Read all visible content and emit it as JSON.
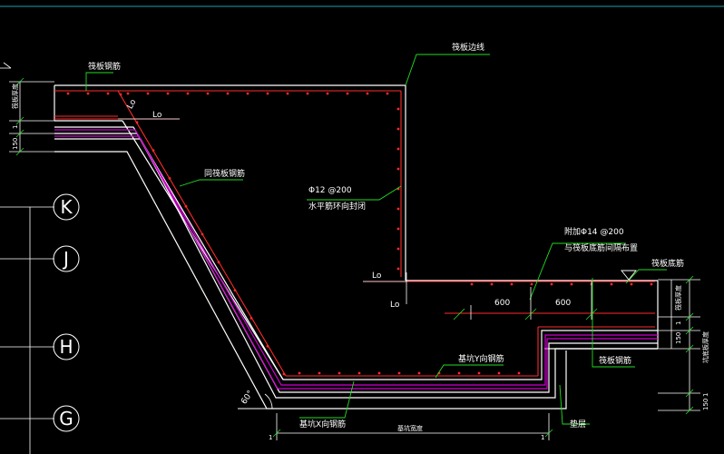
{
  "colors": {
    "background": "#000000",
    "outline": "#ffffff",
    "rebar": "#ff2a2a",
    "leader": "#22dd22",
    "membrane": "#d000d0",
    "frame": "#1a9fb5"
  },
  "annotations": {
    "raft_edge_line": "筏板边线",
    "raft_rebar_top_left": "筏板钢筋",
    "raft_rebar_slope": "同筏板钢筋",
    "horizontal_bar_spec": "Φ12 @200",
    "horizontal_bar_desc": "水平筋环向封闭",
    "added_bar_spec": "附加Φ14 @200",
    "added_bar_desc": "与筏板底筋间隔布置",
    "raft_bottom_rebar": "筏板底筋",
    "raft_rebar_right": "筏板钢筋",
    "bottom_y_rebar": "基坑Y向钢筋",
    "bottom_x_rebar": "基坑X向钢筋",
    "cushion_layer": "垫层",
    "slope_angle": "60°",
    "lo_1": "Lo",
    "lo_2": "Lo",
    "lo_3": "Lo",
    "lo_4": "Lo",
    "dim_600_left": "600",
    "dim_600_right": "600",
    "dim_150_left": "150",
    "dim_1_left": "1",
    "dim_150_right_a": "150",
    "dim_1_right_a": "1",
    "dim_150_right_b": "150",
    "dim_1_right_b": "1",
    "dim_bottom_1a": "1",
    "dim_bottom_1b": "1",
    "left_vertical_dim": "筏板厚度",
    "right_vertical_dim_a": "筏板厚度",
    "right_vertical_dim_b": "坑底板厚度",
    "bottom_width_dim": "基坑宽度"
  },
  "axes": [
    "K",
    "J",
    "H",
    "G"
  ]
}
